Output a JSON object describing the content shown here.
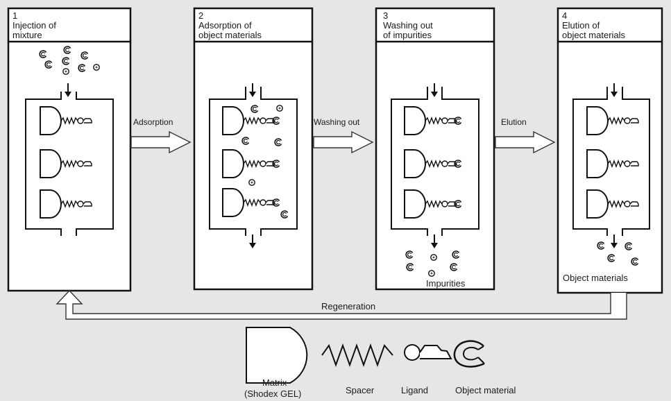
{
  "steps": [
    {
      "number": "1",
      "line1": "Injection of",
      "line2": "mixture"
    },
    {
      "number": "2",
      "line1": "Adsorption of",
      "line2": "object materials"
    },
    {
      "number": "3",
      "line1": "Washing out",
      "line2": "of impurities"
    },
    {
      "number": "4",
      "line1": "Elution of",
      "line2": "object materials"
    }
  ],
  "arrows": [
    "Adsorption",
    "Washing out",
    "Elution"
  ],
  "outputs": {
    "impurities": "Impurities",
    "object_materials": "Object materials"
  },
  "regeneration": "Regeneration",
  "legend": {
    "matrix_line1": "Matrix",
    "matrix_line2": "(Shodex GEL)",
    "spacer": "Spacer",
    "ligand": "Ligand",
    "object_material": "Object material"
  }
}
